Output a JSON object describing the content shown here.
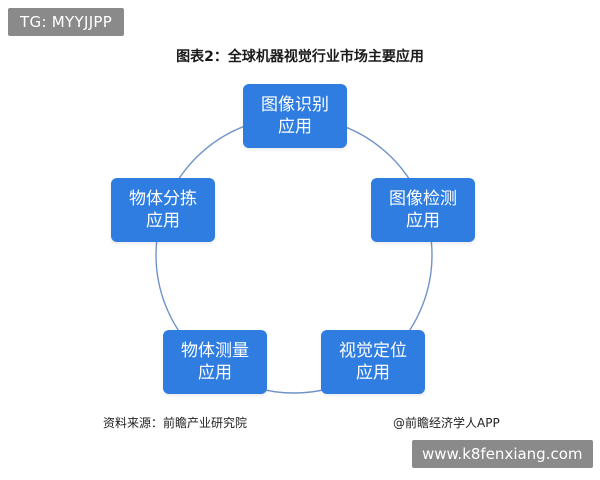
{
  "watermark_tag": "TG: MYYJJPP",
  "watermark_site": "www.k8fenxiang.com",
  "title": "图表2：全球机器视觉行业市场主要应用",
  "nodes": [
    {
      "line1": "图像识别",
      "line2": "应用"
    },
    {
      "line1": "图像检测",
      "line2": "应用"
    },
    {
      "line1": "视觉定位",
      "line2": "应用"
    },
    {
      "line1": "物体测量",
      "line2": "应用"
    },
    {
      "line1": "物体分拣",
      "line2": "应用"
    }
  ],
  "source": "资料来源：前瞻产业研究院",
  "credit": "@前瞻经济学人APP",
  "colors": {
    "node": "#2f7de0",
    "ring": "#6f93c7"
  }
}
